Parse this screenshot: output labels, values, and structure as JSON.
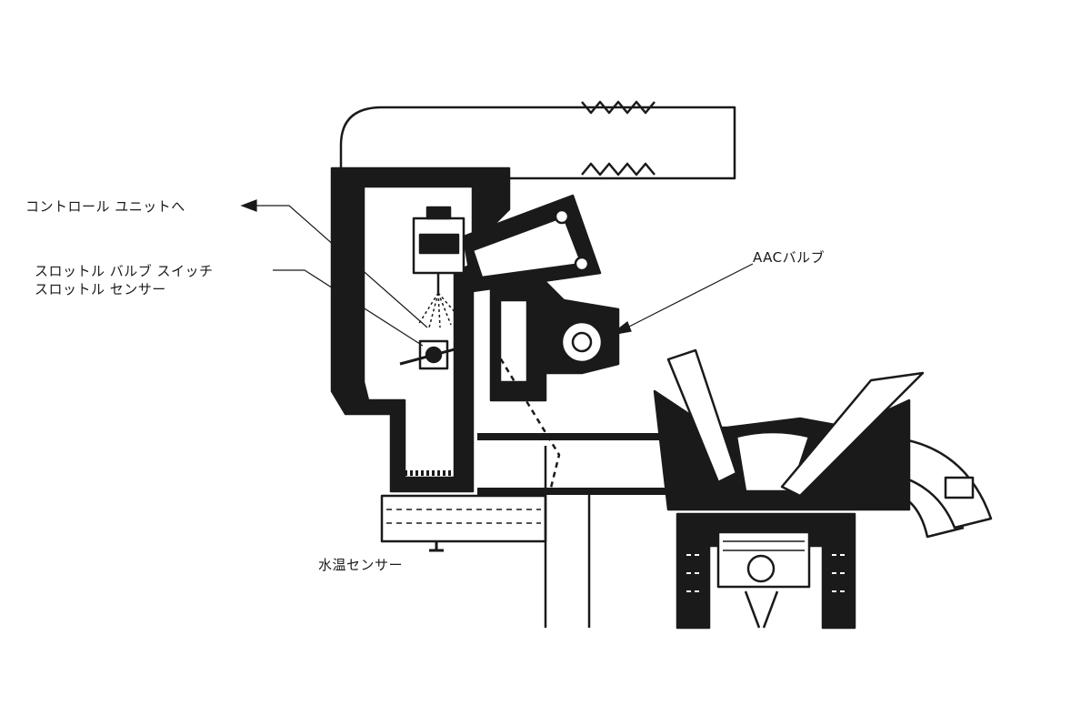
{
  "labels": {
    "control_unit": "コントロール ユニットへ",
    "throttle_switch": "スロットル バルブ スイッチ",
    "throttle_sensor": "スロットル センサー",
    "aac_valve": "AACバルブ",
    "water_temp_sensor": "水温センサー"
  },
  "colors": {
    "ink": "#1a1a1a",
    "paper": "#ffffff"
  }
}
